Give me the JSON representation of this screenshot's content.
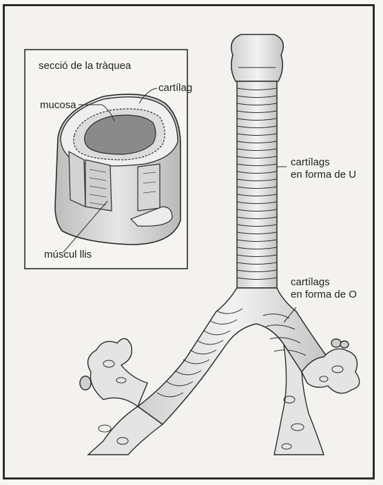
{
  "inset": {
    "title": "secció de la tràquea",
    "labels": {
      "cartilage": "cartílag",
      "mucosa": "mucosa",
      "smooth_muscle": "múscul llis"
    }
  },
  "trachea": {
    "labels": {
      "u_line1": "cartílags",
      "u_line2": "en forma de U",
      "o_line1": "cartílags",
      "o_line2": "en forma de O"
    }
  },
  "colors": {
    "frame": "#2b2b2b",
    "line": "#2a2a2a",
    "lumen": "#8a8a8a",
    "tissue": "#d9d9d9",
    "paper": "#f3f2ee"
  }
}
